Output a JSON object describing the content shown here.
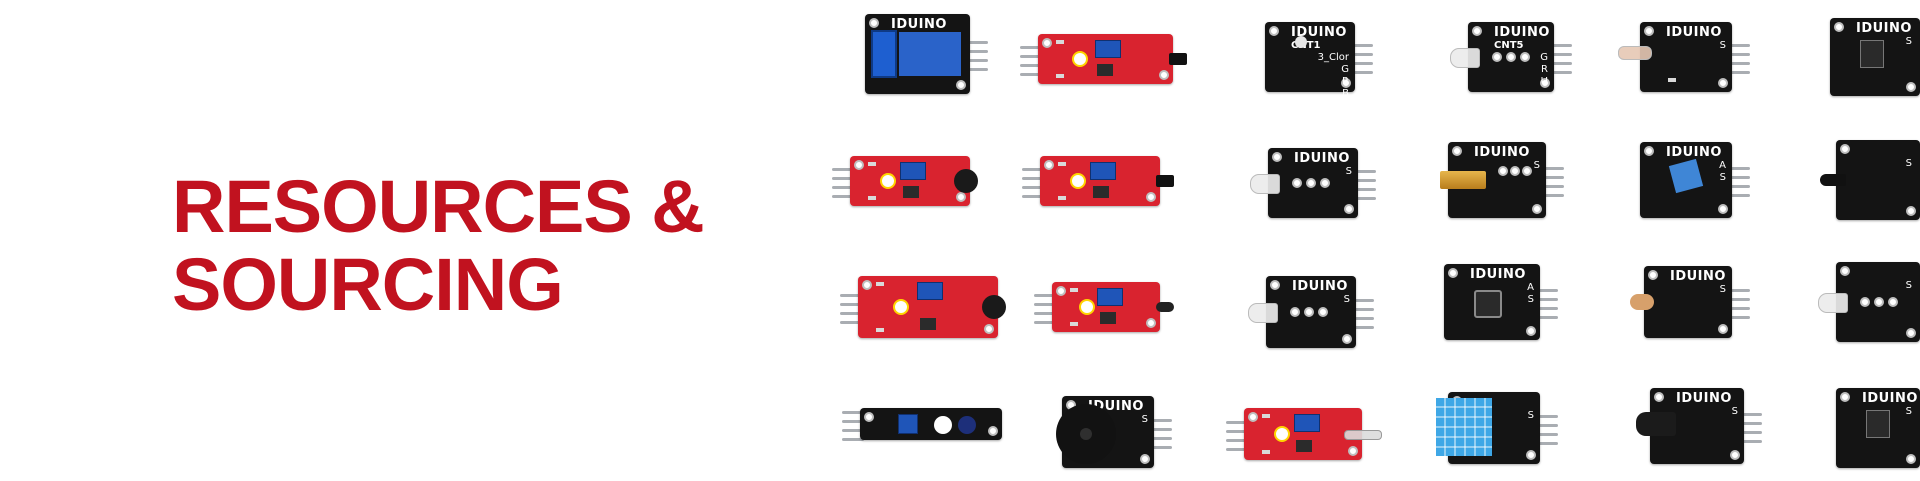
{
  "banner": {
    "headline_line1": "RESOURCES &",
    "headline_line2": "SOURCING",
    "accent_color": "#c1121f"
  },
  "modules": [
    {
      "name": "relay-module",
      "board": "black",
      "brand": "IDUINO",
      "board_labels": []
    },
    {
      "name": "hall-sensor-module",
      "board": "red",
      "brand": "",
      "board_labels": []
    },
    {
      "name": "rgb-led-module",
      "board": "black",
      "brand": "IDUINO",
      "board_labels": [
        "CNT1",
        "3_Clor",
        "G",
        "R",
        "B"
      ]
    },
    {
      "name": "two-color-led-module-top",
      "board": "black",
      "brand": "IDUINO",
      "board_labels": [
        "CNT5",
        "G",
        "R",
        "U"
      ]
    },
    {
      "name": "flame-sensor-module",
      "board": "black",
      "brand": "IDUINO",
      "board_labels": [
        "S"
      ]
    },
    {
      "name": "temperature-module-top",
      "board": "black",
      "brand": "IDUINO",
      "board_labels": [
        "S"
      ]
    },
    {
      "name": "sound-sensor-module-small",
      "board": "red",
      "brand": "",
      "board_labels": []
    },
    {
      "name": "hall-sensor-module-linear",
      "board": "red",
      "brand": "",
      "board_labels": []
    },
    {
      "name": "two-color-led-module",
      "board": "black",
      "brand": "IDUINO",
      "board_labels": [
        "S"
      ]
    },
    {
      "name": "laser-module",
      "board": "black",
      "brand": "IDUINO",
      "board_labels": [
        "S"
      ]
    },
    {
      "name": "tilt-switch-module",
      "board": "black",
      "brand": "IDUINO",
      "board_labels": [
        "A",
        "S"
      ]
    },
    {
      "name": "thermistor-module",
      "board": "black",
      "brand": "",
      "board_labels": [
        "S"
      ]
    },
    {
      "name": "sound-sensor-module-large",
      "board": "red",
      "brand": "",
      "board_labels": []
    },
    {
      "name": "temperature-sensor-module",
      "board": "red",
      "brand": "",
      "board_labels": []
    },
    {
      "name": "white-led-module",
      "board": "black",
      "brand": "IDUINO",
      "board_labels": [
        "S"
      ]
    },
    {
      "name": "button-module",
      "board": "black",
      "brand": "IDUINO",
      "board_labels": [
        "A",
        "S"
      ]
    },
    {
      "name": "photoresistor-module",
      "board": "black",
      "brand": "IDUINO",
      "board_labels": [
        "S"
      ]
    },
    {
      "name": "ir-led-module",
      "board": "black",
      "brand": "",
      "board_labels": [
        "S"
      ]
    },
    {
      "name": "line-tracking-module",
      "board": "black",
      "brand": "",
      "board_labels": []
    },
    {
      "name": "buzzer-module",
      "board": "black",
      "brand": "IDUINO",
      "board_labels": [
        "S"
      ]
    },
    {
      "name": "reed-switch-module",
      "board": "red",
      "brand": "",
      "board_labels": []
    },
    {
      "name": "humidity-sensor-module",
      "board": "black",
      "brand": "",
      "board_labels": [
        "S"
      ]
    },
    {
      "name": "ir-receiver-module",
      "board": "black",
      "brand": "IDUINO",
      "board_labels": [
        "S"
      ]
    },
    {
      "name": "mini-reed-module",
      "board": "black",
      "brand": "IDUINO",
      "board_labels": [
        "S"
      ]
    }
  ]
}
